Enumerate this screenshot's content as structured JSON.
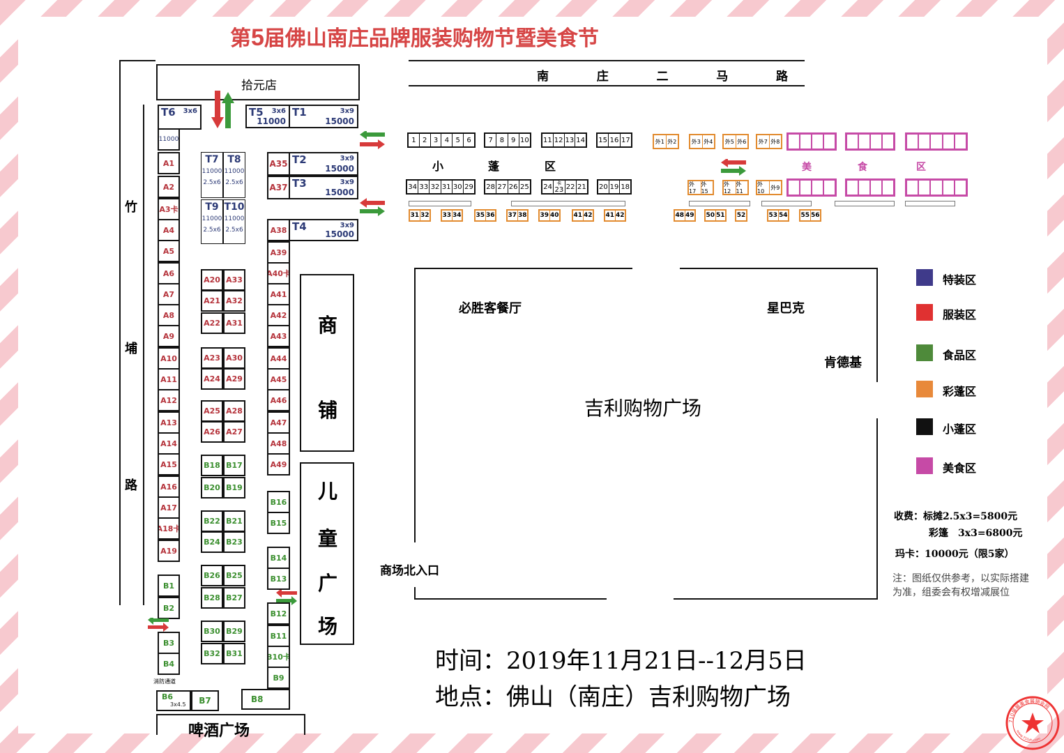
{
  "title_prefix": "第",
  "title_num": "5",
  "title_rest": "届佛山南庄品牌服装购物节暨美食节",
  "road_north": [
    "南",
    "庄",
    "二",
    "马",
    "路"
  ],
  "road_west": [
    "竹",
    "埔",
    "路"
  ],
  "shop_top": "拾元店",
  "commerce": [
    "商",
    "铺"
  ],
  "kids": [
    "儿",
    "童",
    "广",
    "场"
  ],
  "beer": "啤酒广场",
  "fire_lane": "消防通道",
  "mall_name": "吉利购物广场",
  "pizza": "必胜客餐厅",
  "starbucks": "星巴克",
  "kfc": "肯德基",
  "north_entrance": "商场北入口",
  "time_line": "时间：2019年11月21日--12月5日",
  "place_line": "地点：佛山（南庄）吉利购物广场",
  "small_tent_label": [
    "小",
    "蓬",
    "区"
  ],
  "food_label": [
    "美",
    "食",
    "区"
  ],
  "t_booths": {
    "T6": {
      "id": "T6",
      "size": "3x6",
      "price": "11000"
    },
    "T5": {
      "id": "T5",
      "size": "3x6",
      "price": "11000"
    },
    "T1": {
      "id": "T1",
      "size": "3x9",
      "price": "15000"
    },
    "T2": {
      "id": "T2",
      "size": "3x9",
      "price": "15000"
    },
    "T3": {
      "id": "T3",
      "size": "3x9",
      "price": "15000"
    },
    "T4": {
      "id": "T4",
      "size": "3x9",
      "price": "15000"
    },
    "T7": {
      "id": "T7",
      "price": "11000",
      "size": "2.5x6"
    },
    "T8": {
      "id": "T8",
      "price": "11000",
      "size": "2.5x6"
    },
    "T9": {
      "id": "T9",
      "price": "11000",
      "size": "2.5x6"
    },
    "T10": {
      "id": "T10",
      "price": "11000",
      "size": "2.5x6"
    }
  },
  "west_col": [
    "A1",
    "A2",
    "A3卡",
    "A4",
    "A5",
    "A6",
    "A7",
    "A8",
    "A9",
    "A10",
    "A11",
    "A12",
    "A13",
    "A14",
    "A15",
    "A16",
    "A17",
    "A18卡",
    "A19"
  ],
  "west_b": [
    "B1",
    "B2",
    "B3",
    "B4"
  ],
  "bottom_b": {
    "B6": "B6",
    "B6_size": "3x4.5",
    "B7": "B7",
    "B8": "B8"
  },
  "east_col": [
    "A38",
    "A39",
    "A40卡",
    "A41",
    "A42",
    "A43",
    "A44",
    "A45",
    "A46",
    "A47",
    "A48",
    "A49"
  ],
  "east_top": [
    "A35",
    "A37"
  ],
  "east_b": [
    "B16",
    "B15",
    "B14",
    "B13",
    "B12",
    "B11",
    "B10卡",
    "B9"
  ],
  "mid_pairs": [
    [
      "A20",
      "A33"
    ],
    [
      "A21",
      "A32"
    ],
    [
      "A22",
      "A31"
    ],
    [
      "A23",
      "A30"
    ],
    [
      "A24",
      "A29"
    ],
    [
      "A25",
      "A28"
    ],
    [
      "A26",
      "A27"
    ],
    [
      "B18",
      "B17"
    ],
    [
      "B20",
      "B19"
    ],
    [
      "B22",
      "B21"
    ],
    [
      "B24",
      "B23"
    ],
    [
      "B26",
      "B25"
    ],
    [
      "B28",
      "B27"
    ],
    [
      "B30",
      "B29"
    ],
    [
      "B32",
      "B31"
    ]
  ],
  "small_top": [
    [
      "1",
      "2",
      "3",
      "4",
      "5",
      "6"
    ],
    [
      "7",
      "8",
      "9",
      "10"
    ],
    [
      "11",
      "12",
      "13",
      "14"
    ],
    [
      "15",
      "16",
      "17"
    ]
  ],
  "small_bottom": [
    [
      "34",
      "33",
      "32",
      "31",
      "30",
      "29"
    ],
    [
      "28",
      "27",
      "26",
      "25"
    ],
    [
      "24",
      "23",
      "22",
      "21"
    ],
    [
      "20",
      "19",
      "18"
    ]
  ],
  "small_bottom_mark": "卡",
  "orange_small": [
    [
      "31",
      "32"
    ],
    [
      "33",
      "34"
    ],
    [
      "35",
      "36"
    ],
    [
      "37",
      "38"
    ],
    [
      "39",
      "40"
    ],
    [
      "41",
      "42"
    ],
    [
      "41",
      "42"
    ],
    [
      "48",
      "49"
    ],
    [
      "50",
      "51"
    ],
    [
      "52"
    ],
    [
      "53",
      "54"
    ],
    [
      "55",
      "56"
    ]
  ],
  "orange_top": [
    [
      "外1",
      "外2"
    ],
    [
      "外3",
      "外4"
    ],
    [
      "外5",
      "外6"
    ],
    [
      "外7",
      "外8"
    ]
  ],
  "orange_bottom": [
    [
      "外17",
      "外15"
    ],
    [
      "外12",
      "外11"
    ],
    [
      "外10",
      "外9"
    ]
  ],
  "legend": [
    {
      "label": "特装区",
      "color": "#3f3a8a"
    },
    {
      "label": "服装区",
      "color": "#e03131"
    },
    {
      "label": "食品区",
      "color": "#4e8a3a"
    },
    {
      "label": "彩蓬区",
      "color": "#e8893a"
    },
    {
      "label": "小蓬区",
      "color": "#111111"
    },
    {
      "label": "美食区",
      "color": "#c64aa6"
    }
  ],
  "fee_line1": "收费：标摊2.5x3=5800元",
  "fee_line2": "彩篷　3x3=6800元",
  "fee_line3": "玛卡：10000元（限5家）",
  "note": "注：图纸仅供参考，以实际搭建为准，组委会有权增减展位",
  "stamp_text": "710届展美食展销会网",
  "stamp_url": "www.710zh.com"
}
